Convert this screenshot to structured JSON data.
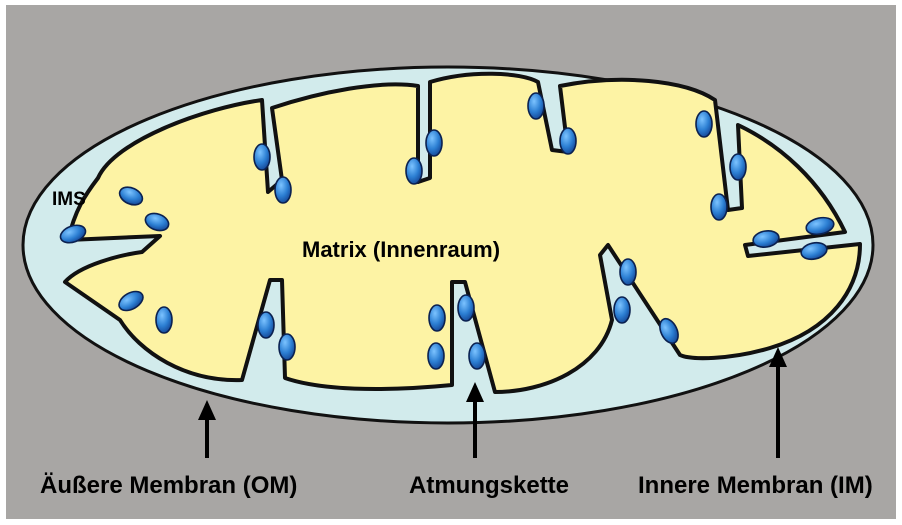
{
  "colors": {
    "background": "#a8a6a4",
    "ims": "#d2ebec",
    "matrix": "#fdf3a4",
    "membrane": "#111111",
    "protein": "#2c7fd3",
    "protein_dark": "#0b2150"
  },
  "labels": {
    "ims": "IMS",
    "matrix": "Matrix (Innenraum)",
    "outer_membrane": "Äußere Membran (OM)",
    "respiratory_chain": "Atmungskette",
    "inner_membrane": "Innere Membran (IM)"
  }
}
